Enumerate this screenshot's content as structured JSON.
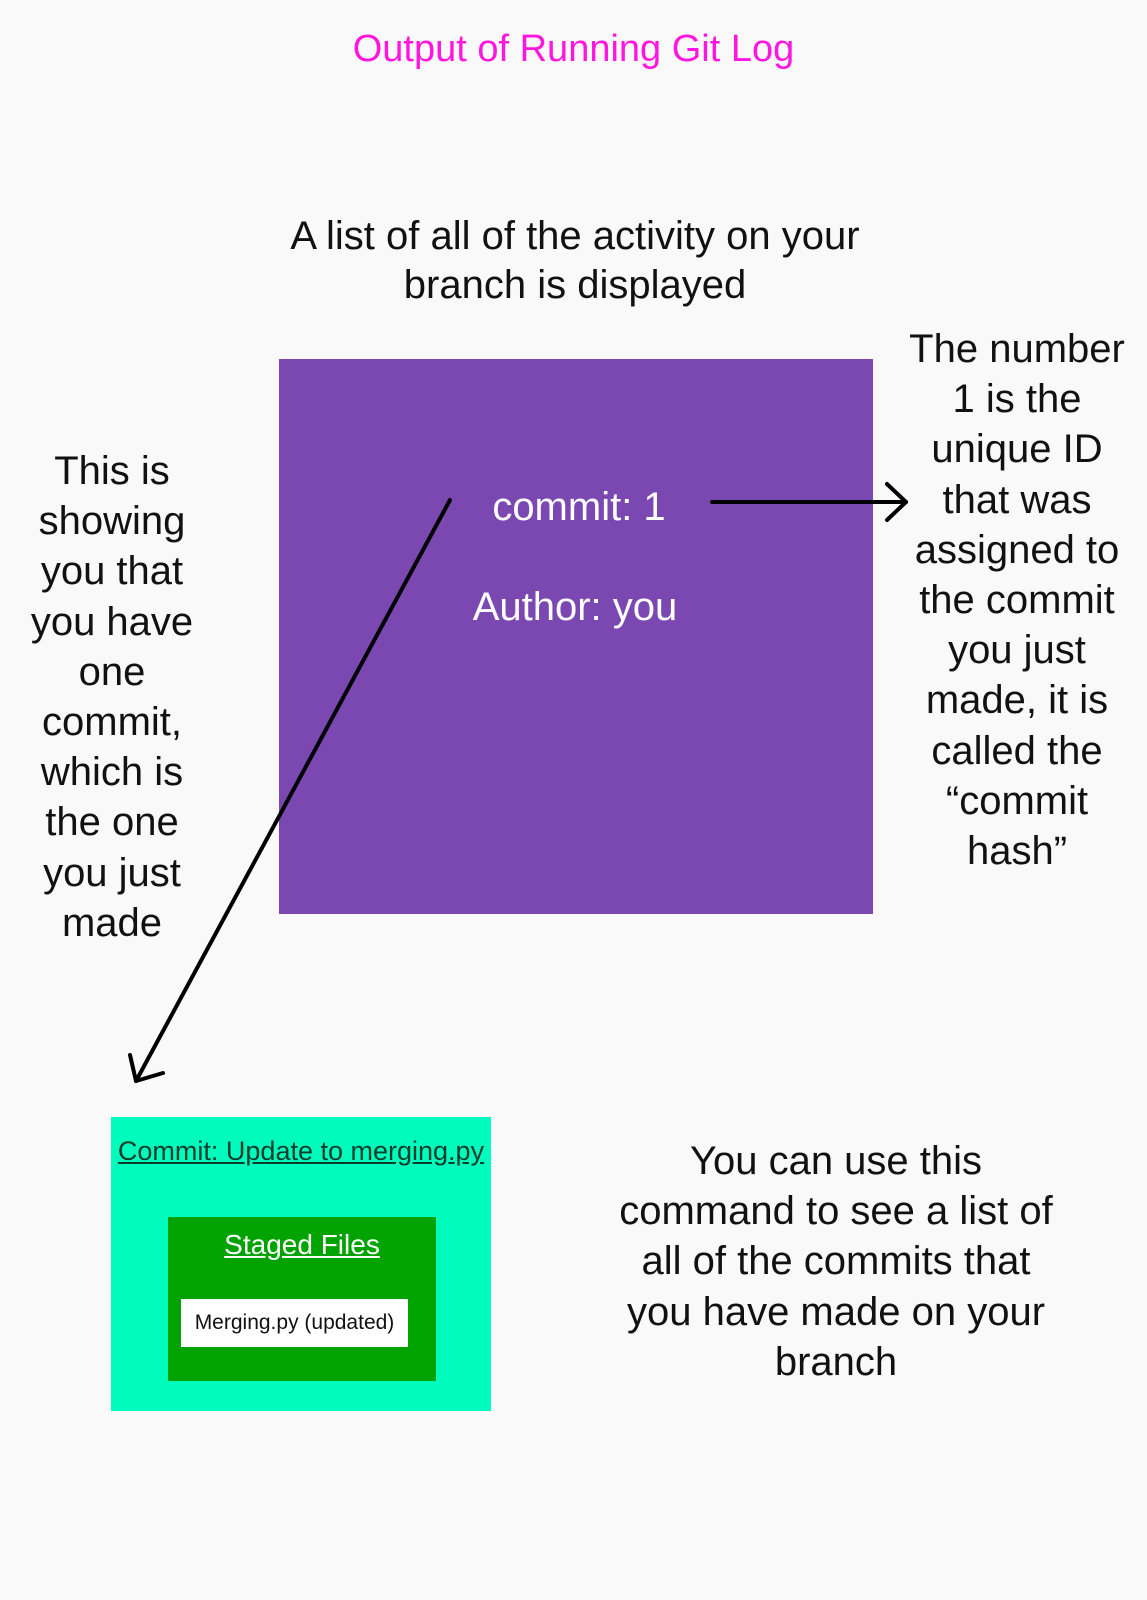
{
  "title": "Output of Running Git Log",
  "subtitle": "A list of all of the activity on your branch is displayed",
  "log_panel": {
    "commit_line": "commit: 1",
    "author_line": "Author: you"
  },
  "notes": {
    "left": "This is showing you that you have one commit, which is the one you just made",
    "right": "The number 1 is the unique ID that was assigned to the commit you just made, it is called the “commit hash”",
    "bottom": "You can use this command to see a list of all of the commits that you have made on your branch"
  },
  "commit_card": {
    "title": "Commit: Update to merging.py",
    "staged_title": "Staged Files",
    "file": "Merging.py (updated)"
  },
  "colors": {
    "title": "#ff17e0",
    "log_panel": "#7b48b2",
    "commit_card": "#00fcbc",
    "staged_box": "#00a300"
  }
}
